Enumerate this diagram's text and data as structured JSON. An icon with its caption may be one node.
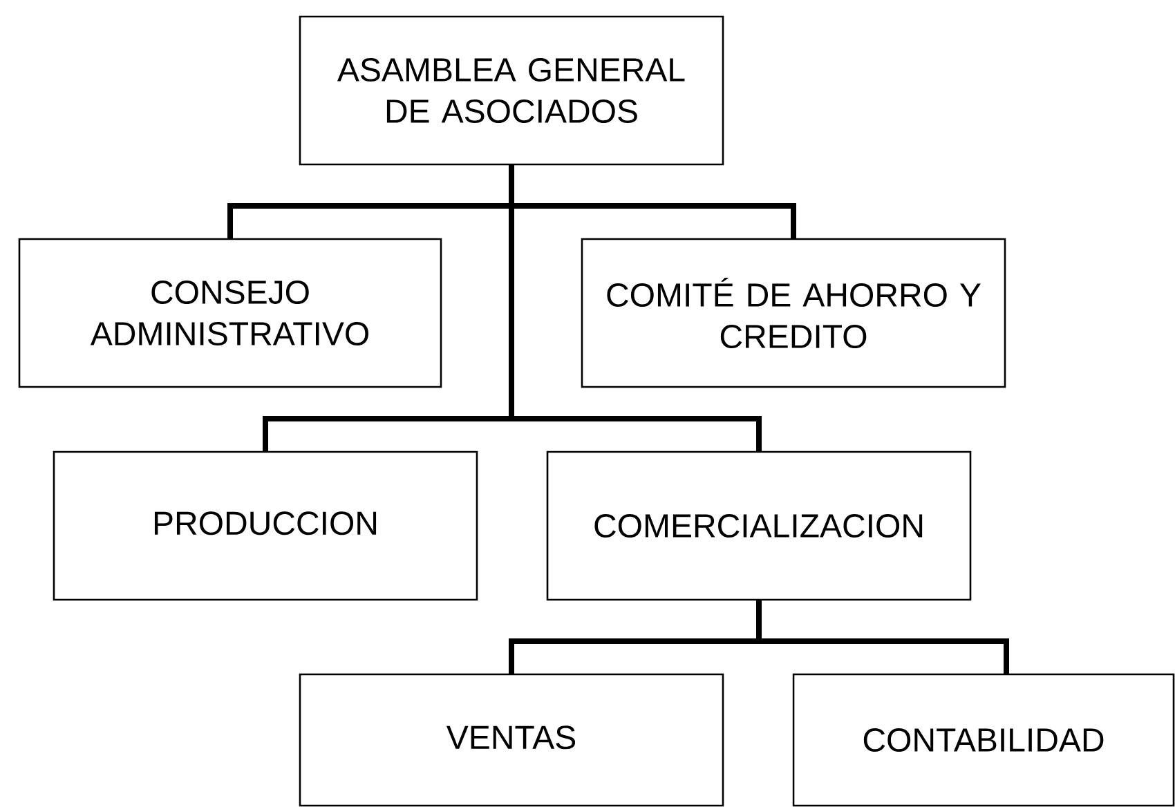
{
  "diagram": {
    "nodes": [
      {
        "text": [
          "ASAMBLEA GENERAL DE ASOCIADOS"
        ]
      },
      {
        "text": [
          "CONSEJO ADMINISTRATIVO"
        ]
      },
      {
        "text": [
          "COMITÉ DE AHORRO Y CREDITO"
        ]
      },
      {
        "text": [
          "PRODUCCION"
        ]
      },
      {
        "text": [
          "COMERCIALIZACION"
        ]
      },
      {
        "text": [
          "VENTAS"
        ]
      },
      {
        "text": [
          "CONTABILIDAD"
        ]
      }
    ],
    "edges": [
      {
        "from": 0,
        "to": 1,
        "arrow": "none"
      },
      {
        "from": 0,
        "to": 2,
        "arrow": "none"
      },
      {
        "from": 0,
        "to": 3,
        "arrow": "none"
      },
      {
        "from": 0,
        "to": 4,
        "arrow": "none"
      },
      {
        "from": 4,
        "to": 5,
        "arrow": "none"
      },
      {
        "from": 4,
        "to": 6,
        "arrow": "none"
      }
    ]
  }
}
